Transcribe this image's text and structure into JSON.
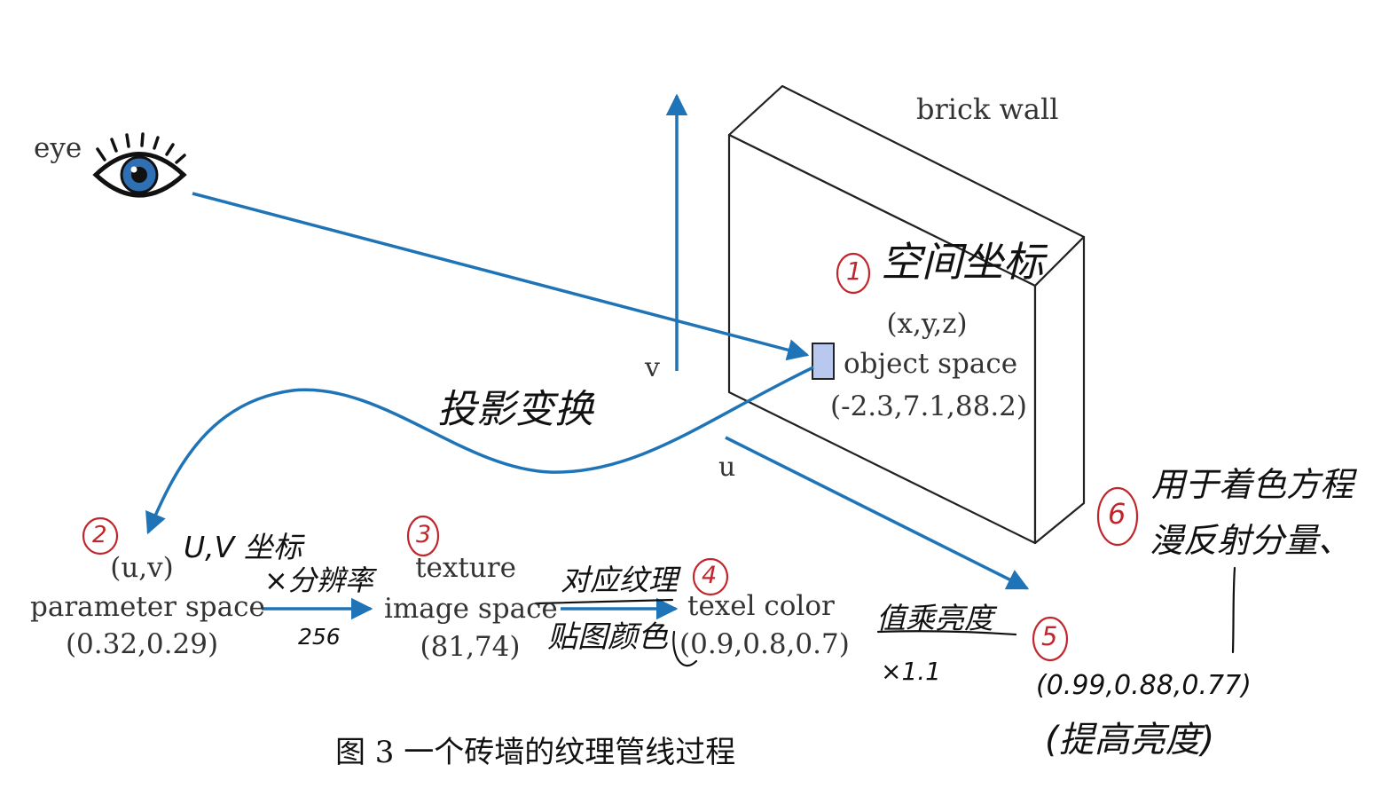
{
  "labels": {
    "eye": "eye",
    "brick_wall": "brick wall",
    "v": "v",
    "u": "u",
    "object_coord": "(x,y,z)",
    "object_space": "object space",
    "object_value": "(-2.3,7.1,88.2)",
    "param_coord": "(u,v)",
    "param_space": "parameter space",
    "param_value": "(0.32,0.29)",
    "texture": "texture",
    "image_space": "image space",
    "image_value": "(81,74)",
    "texel_color": "texel color",
    "texel_value": "(0.9,0.8,0.7)"
  },
  "caption": "图 3  一个砖墙的纹理管线过程",
  "handwriting": {
    "n1": "1",
    "note1": "空间坐标",
    "projection": "投影变换",
    "n2": "2",
    "note2": "U,V 坐标",
    "mult": "×分辨率",
    "res": "256",
    "n3": "3",
    "n4": "4",
    "map_top": "对应纹理",
    "map_bottom": "贴图颜色",
    "n5": "5",
    "adjust": "值乘亮度",
    "x11": "×1.1",
    "result": "(0.99,0.88,0.77)",
    "brighten": "(提高亮度)",
    "n6": "6",
    "note6_line1": "用于着色方程",
    "note6_line2": "漫反射分量、"
  },
  "colors": {
    "arrow": "#1e74b6",
    "ink": "#111111",
    "red_ink": "#c0262c",
    "patch": "#b8c8ef"
  }
}
